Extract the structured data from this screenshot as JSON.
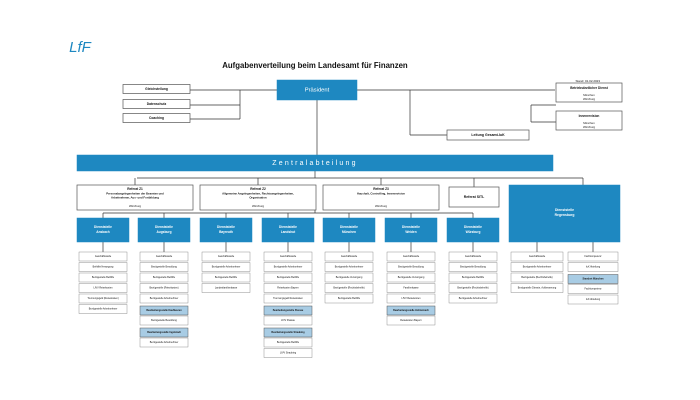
{
  "logo_text": "LfF",
  "title": "Aufgabenverteilung beim Landesamt für Finanzen",
  "stand": "Stand: 01.02.2023",
  "president": "Präsident",
  "staff_units": [
    "Gleichstellung",
    "Datenschutz",
    "Coaching"
  ],
  "right_units": [
    {
      "title": "Betriebsärztlicher Dienst",
      "lines": [
        "München",
        "Würzburg"
      ]
    },
    {
      "title": "Innenrevision",
      "lines": [
        "München",
        "Würzburg"
      ]
    }
  ],
  "leitung": "Leitung Gesamt-IuK",
  "zentral_title": "Zentralabteilung",
  "referate": [
    {
      "title": "Referat Z1",
      "subtitle": "Personalangelegenheiten der Beamten und Arbeitnehmer, Aus- und Fortbildung",
      "city": "Würzburg"
    },
    {
      "title": "Referat Z2",
      "subtitle": "Allgemeine Angelegenheiten, Rechtsangelegenheiten, Organisation",
      "city": "Würzburg"
    },
    {
      "title": "Referat Z3",
      "subtitle": "Haushalt, Controlling, Innenrevision",
      "city": "Würzburg"
    }
  ],
  "referat_sitl": "Referat SITL",
  "dienststellen": [
    {
      "title": "Dienststelle Ansbach",
      "items": [
        "Geschäftsstelle",
        "Beihilfe/Versorgung",
        "Bezügestelle Beihilfe",
        "LfVV Reisekosten",
        "Trennungsgeld (Reisekosten)",
        "Bezügestelle Arbeitnehmer"
      ],
      "subgroups": []
    },
    {
      "title": "Dienststelle Augsburg",
      "items": [
        "Geschäftsstelle",
        "Bezügestelle Besoldung",
        "Bezügestelle Beihilfe",
        "Bezügestelle (Reisekosten)",
        "Bezügestelle Arbeitnehmer"
      ],
      "subgroups": [
        {
          "title": "Bearbeitungsstelle Kaufbeuren",
          "items": [
            "Bezügestelle Besoldung"
          ]
        },
        {
          "title": "Bearbeitungsstelle Ingolstadt",
          "items": [
            "Bezügestelle Arbeitnehmer"
          ]
        }
      ]
    },
    {
      "title": "Dienststelle Bayreuth",
      "items": [
        "Geschäftsstelle",
        "Bezügestelle Arbeitnehmer",
        "Bezügestelle Beihilfe",
        "Landesfamilienkasse"
      ],
      "subgroups": []
    },
    {
      "title": "Dienststelle Landshut",
      "items": [
        "Geschäftsstelle",
        "Bezügestelle Arbeitnehmer",
        "Bezügestelle Beihilfe",
        "Reisekosten Bayern",
        "Trennungsgeld Reisekosten"
      ],
      "subgroups": [
        {
          "title": "Bearbeitungsstelle Passau",
          "items": [
            "LfVV Passau"
          ]
        },
        {
          "title": "Bearbeitungsstelle Straubing",
          "items": [
            "Bezügestelle Beihilfe",
            "LfVV Straubing"
          ]
        }
      ]
    },
    {
      "title": "Dienststelle München",
      "items": [
        "Geschäftsstelle",
        "Bezügestelle Arbeitnehmer",
        "Bezügestelle Versorgung",
        "Bezügestelle (Rechtsbehelfe)",
        "Bezügestelle Beihilfe"
      ],
      "subgroups": []
    },
    {
      "title": "Dienststelle Weiden",
      "items": [
        "Geschäftsstelle",
        "Bezügestelle Besoldung",
        "Bezügestelle Versorgung",
        "Familienkasse",
        "LfVV Reisekosten"
      ],
      "subgroups": [
        {
          "title": "Bearbeitungsstelle Hofsteinach",
          "items": [
            "Reisekosten Bayern"
          ]
        }
      ]
    },
    {
      "title": "Dienststelle Würzburg",
      "items": [
        "Geschäftsstelle",
        "Bezügestelle Besoldung",
        "Bezügestelle Beihilfe",
        "Bezügestelle (Rechtsbehelfe)",
        "Bezügestelle Arbeitnehmer"
      ],
      "subgroups": []
    },
    {
      "title": "Dienststelle Regensburg",
      "items": [
        "Geschäftsstelle",
        "Bezügestelle Arbeitnehmer",
        "Bezügestelle (Rechtsbehelfe)",
        "Bezügestelle Dienste, Aufbesserung"
      ],
      "subgroups": []
    }
  ],
  "regensburg_extra": {
    "items": [
      "Fachkompetenz",
      "IuK Abteilung"
    ],
    "subgroup": {
      "title": "Standort München",
      "items": [
        "Fachkompetenz",
        "IuK Abteilung"
      ]
    }
  },
  "colors": {
    "primary": "#1e88c1",
    "sub": "#a8cce4",
    "line": "#333333",
    "box_border": "#555555"
  }
}
